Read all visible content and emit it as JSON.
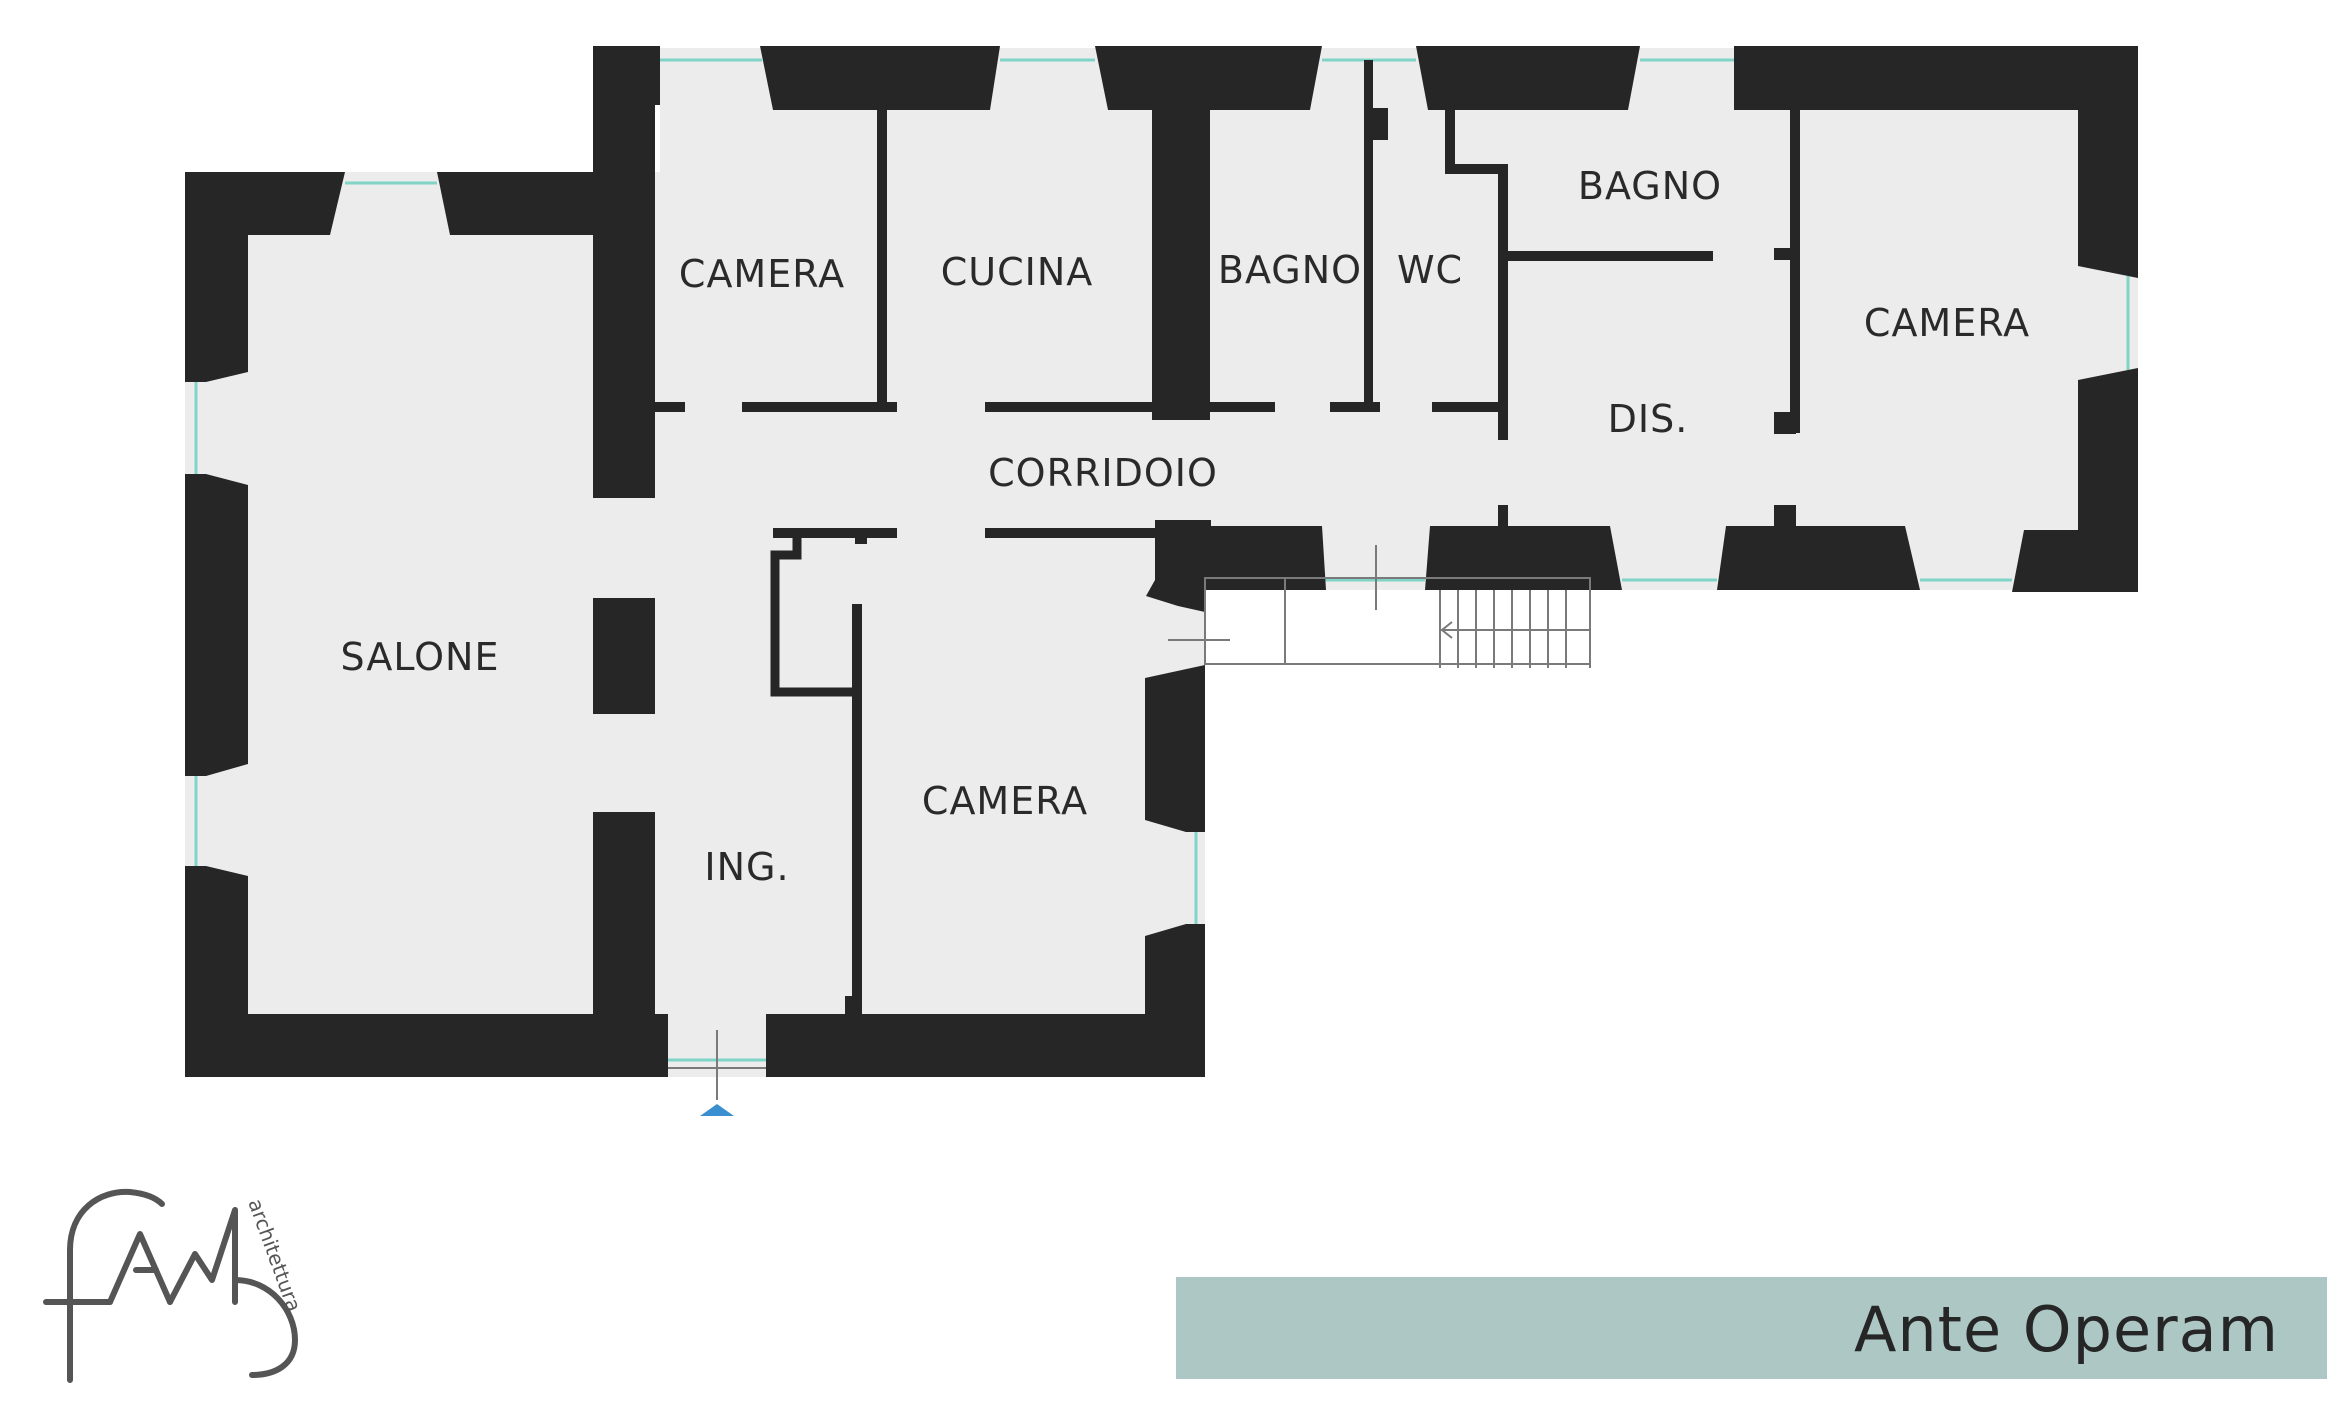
{
  "rooms": {
    "salone": "SALONE",
    "camera_1": "CAMERA",
    "cucina": "CUCINA",
    "bagno_1": "BAGNO",
    "wc": "WC",
    "bagno_2": "BAGNO",
    "camera_2": "CAMERA",
    "dis": "DIS.",
    "corridoio": "CORRIDOIO",
    "ing": "ING.",
    "camera_3": "CAMERA"
  },
  "banner": {
    "title": "Ante Operam",
    "color": "#adc7c5"
  },
  "logo": {
    "letters": "fam",
    "tagline": "architettura"
  },
  "colors": {
    "wall": "#262626",
    "floor": "#ececec",
    "window": "#7fd3c7",
    "entry_marker": "#3a8fd1"
  }
}
